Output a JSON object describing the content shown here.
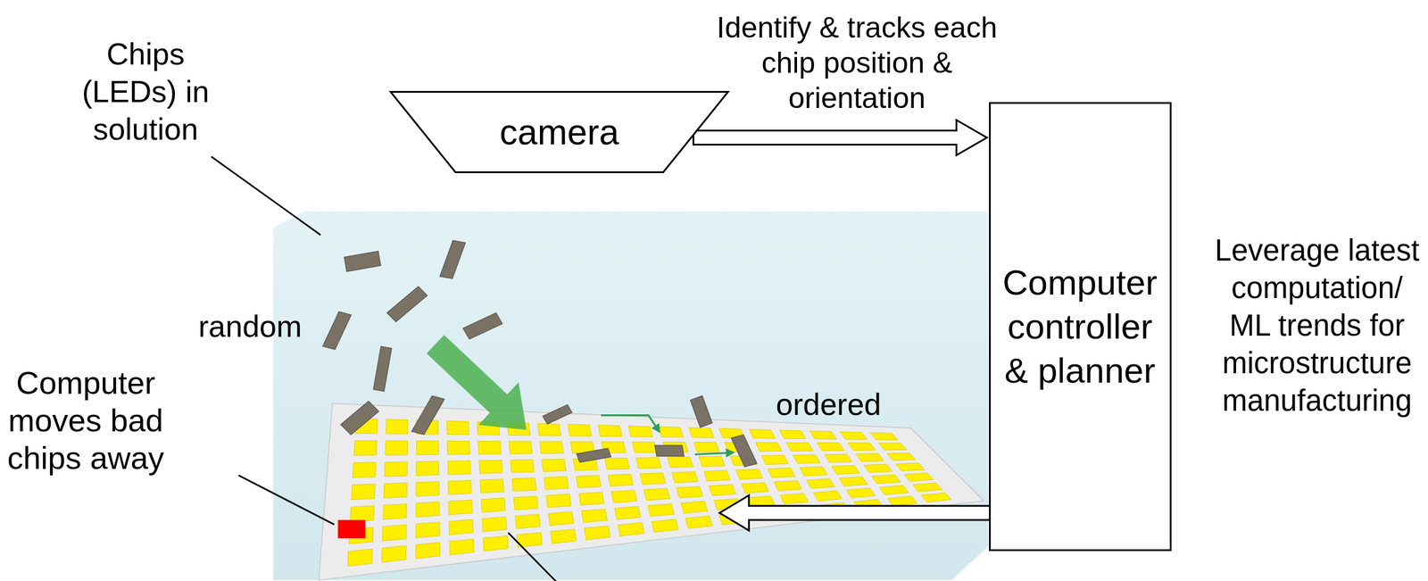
{
  "diagram": {
    "nodes": [
      {
        "text": [
          "camera"
        ]
      },
      {
        "text": [
          "Computer controller & planner"
        ]
      }
    ],
    "edges": [
      {
        "from": 0,
        "to": 1,
        "arrow": "to",
        "label": "Identify & tracks each chip position & orientation"
      }
    ],
    "labels": [
      "Chips (LEDs) in solution",
      "random",
      "ordered",
      "Computer moves bad chips away",
      "Leverage latest computation/ ML trends for microstructure manufacturing"
    ]
  }
}
